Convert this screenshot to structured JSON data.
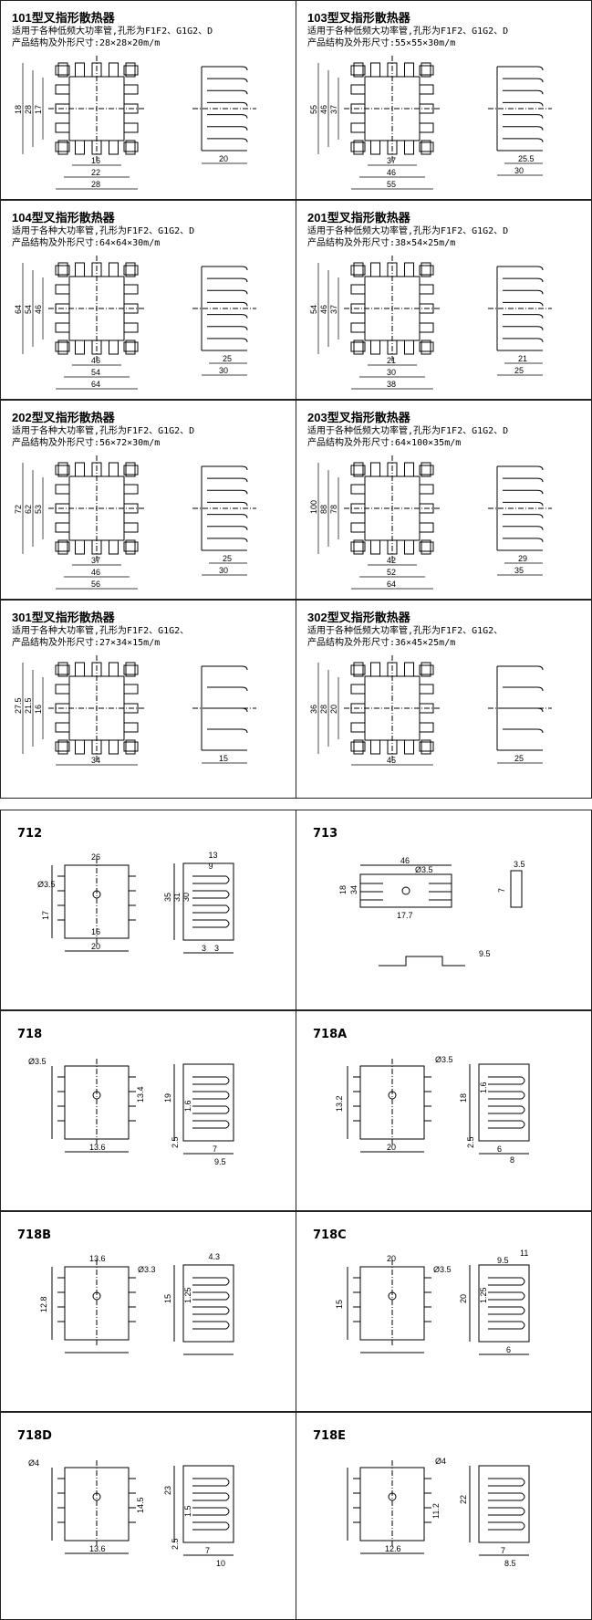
{
  "top_section": {
    "items": [
      {
        "id": "101",
        "title": "101型叉指形散热器",
        "desc1": "适用于各种低频大功率管,孔形为F1F2、G1G2、D",
        "desc2": "产品结构及外形尺寸:28×28×20m/m",
        "dims": [
          "16",
          "22",
          "28",
          "18",
          "28",
          "17",
          "20"
        ]
      },
      {
        "id": "103",
        "title": "103型叉指形散热器",
        "desc1": "适用于各种低频大功率管,孔形为F1F2、G1G2、D",
        "desc2": "产品结构及外形尺寸:55×55×30m/m",
        "dims": [
          "37",
          "46",
          "55",
          "55",
          "46",
          "37",
          "25.5",
          "30"
        ]
      },
      {
        "id": "104",
        "title": "104型叉指形散热器",
        "desc1": "适用于各种大功率管,孔形为F1F2、G1G2、D",
        "desc2": "产品结构及外形尺寸:64×64×30m/m",
        "dims": [
          "46",
          "54",
          "64",
          "64",
          "54",
          "46",
          "25",
          "30"
        ]
      },
      {
        "id": "201",
        "title": "201型叉指形散热器",
        "desc1": "适用于各种低频大功率管,孔形为F1F2、G1G2、D",
        "desc2": "产品结构及外形尺寸:38×54×25m/m",
        "dims": [
          "21",
          "30",
          "38",
          "54",
          "46",
          "37",
          "21",
          "25"
        ]
      },
      {
        "id": "202",
        "title": "202型叉指形散热器",
        "desc1": "适用于各种大功率管,孔形为F1F2、G1G2、D",
        "desc2": "产品结构及外形尺寸:56×72×30m/m",
        "dims": [
          "37",
          "46",
          "56",
          "72",
          "62",
          "53",
          "25",
          "30"
        ]
      },
      {
        "id": "203",
        "title": "203型叉指形散热器",
        "desc1": "适用于各种低频大功率管,孔形为F1F2、G1G2、D",
        "desc2": "产品结构及外形尺寸:64×100×35m/m",
        "dims": [
          "42",
          "52",
          "64",
          "100",
          "88",
          "78",
          "29",
          "35"
        ]
      },
      {
        "id": "301",
        "title": "301型叉指形散热器",
        "desc1": "适用于各种大功率管,孔形为F1F2、G1G2、",
        "desc2": "产品结构及外形尺寸:27×34×15m/m",
        "dims": [
          "34",
          "27.5",
          "21.5",
          "16",
          "15"
        ]
      },
      {
        "id": "302",
        "title": "302型叉指形散热器",
        "desc1": "适用于各种低频大功率管,孔形为F1F2、G1G2、",
        "desc2": "产品结构及外形尺寸:36×45×25m/m",
        "dims": [
          "45",
          "36",
          "28",
          "20",
          "25"
        ]
      }
    ]
  },
  "bottom_section": {
    "items": [
      {
        "code": "712",
        "dims": [
          "26",
          "Ø3.5",
          "17",
          "16",
          "20",
          "13",
          "9",
          "35",
          "31",
          "30",
          "3",
          "3"
        ]
      },
      {
        "code": "713",
        "dims": [
          "46",
          "Ø3.5",
          "18",
          "34",
          "17.7",
          "3.5",
          "7",
          "9.5"
        ]
      },
      {
        "code": "718",
        "dims": [
          "Ø3.5",
          "13.4",
          "13.6",
          "19",
          "1.6",
          "2.5",
          "7",
          "9.5"
        ]
      },
      {
        "code": "718A",
        "dims": [
          "Ø3.5",
          "13.2",
          "20",
          "18",
          "1.6",
          "2.5",
          "6",
          "8"
        ]
      },
      {
        "code": "718B",
        "dims": [
          "13.6",
          "Ø3.3",
          "12.8",
          "4.3",
          "15",
          "1.25"
        ]
      },
      {
        "code": "718C",
        "dims": [
          "20",
          "Ø3.5",
          "15",
          "11",
          "9.5",
          "20",
          "1.25",
          "6"
        ]
      },
      {
        "code": "718D",
        "dims": [
          "Ø4",
          "14.5",
          "13.6",
          "23",
          "1.5",
          "2.5",
          "7",
          "10"
        ]
      },
      {
        "code": "718E",
        "dims": [
          "Ø4",
          "11.2",
          "12.6",
          "22",
          "7",
          "8.5"
        ]
      }
    ]
  }
}
